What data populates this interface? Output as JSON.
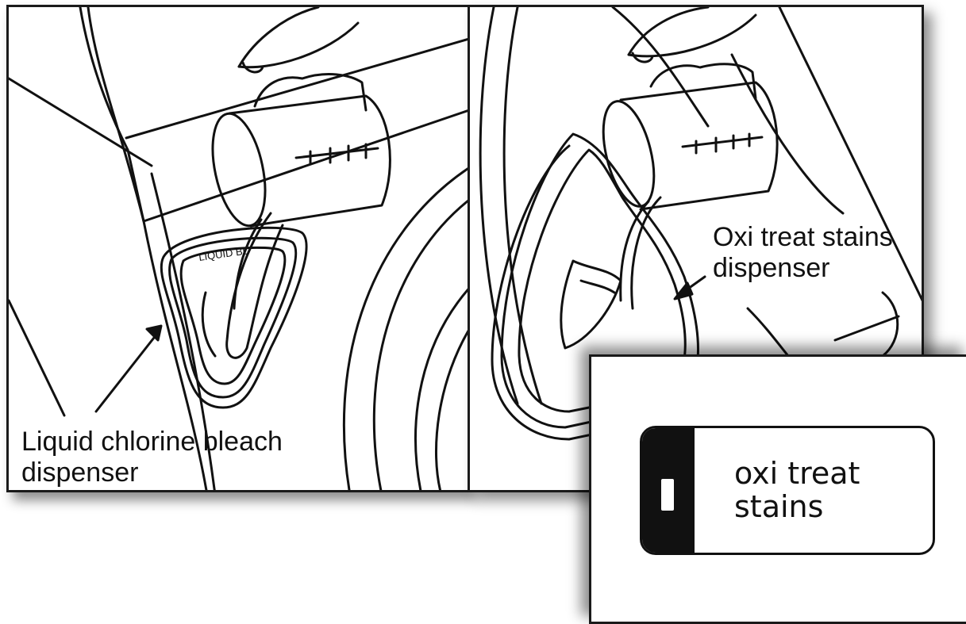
{
  "callouts": {
    "bleach_line1": "Liquid chlorine bleach",
    "bleach_line2": "dispenser",
    "oxi_line1": "Oxi treat stains",
    "oxi_line2": "dispenser"
  },
  "dispenser_embossed_label": "LIQUID BL",
  "sticker": {
    "line1": "oxi treat",
    "line2": "stains"
  },
  "colors": {
    "ink": "#111111",
    "background": "#ffffff"
  }
}
